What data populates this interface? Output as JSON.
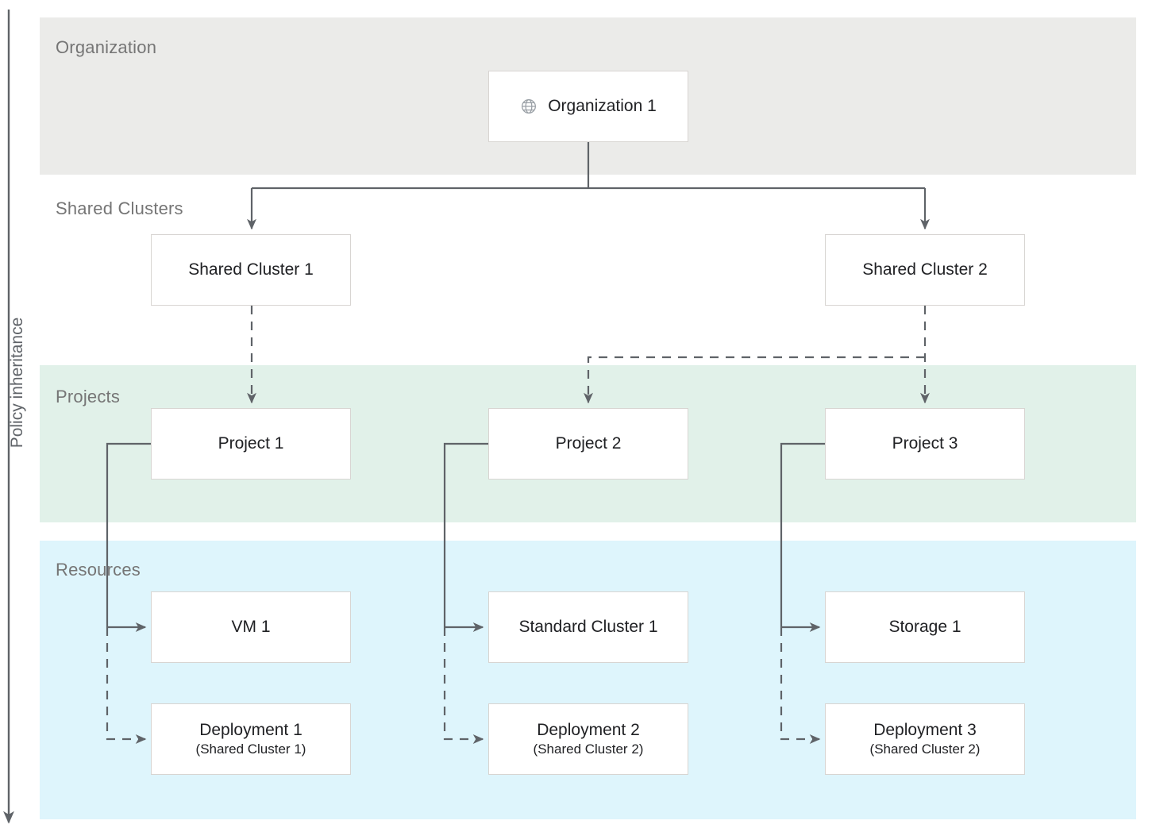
{
  "diagram": {
    "axis_label": "Policy inheritance",
    "bands": [
      {
        "id": "organization",
        "label": "Organization",
        "color": "#ebebe9"
      },
      {
        "id": "shared-clusters",
        "label": "Shared Clusters",
        "color": "#ffffff"
      },
      {
        "id": "projects",
        "label": "Projects",
        "color": "#e1f1e9"
      },
      {
        "id": "resources",
        "label": "Resources",
        "color": "#def5fc"
      }
    ],
    "nodes": {
      "organization_1": {
        "title": "Organization 1",
        "icon": "globe-icon"
      },
      "shared_cluster_1": {
        "title": "Shared Cluster 1"
      },
      "shared_cluster_2": {
        "title": "Shared Cluster 2"
      },
      "project_1": {
        "title": "Project 1"
      },
      "project_2": {
        "title": "Project 2"
      },
      "project_3": {
        "title": "Project 3"
      },
      "vm_1": {
        "title": "VM 1"
      },
      "standard_cluster_1": {
        "title": "Standard Cluster 1"
      },
      "storage_1": {
        "title": "Storage 1"
      },
      "deployment_1": {
        "title": "Deployment 1",
        "subtitle": "(Shared Cluster 1)"
      },
      "deployment_2": {
        "title": "Deployment 2",
        "subtitle": "(Shared Cluster 2)"
      },
      "deployment_3": {
        "title": "Deployment 3",
        "subtitle": "(Shared Cluster 2)"
      }
    },
    "colors": {
      "line": "#5f6368",
      "box_border": "#d8d5d2",
      "box_fill": "#ffffff",
      "label_text": "#757575",
      "node_text": "#202124",
      "icon": "#9aa0a6"
    }
  }
}
